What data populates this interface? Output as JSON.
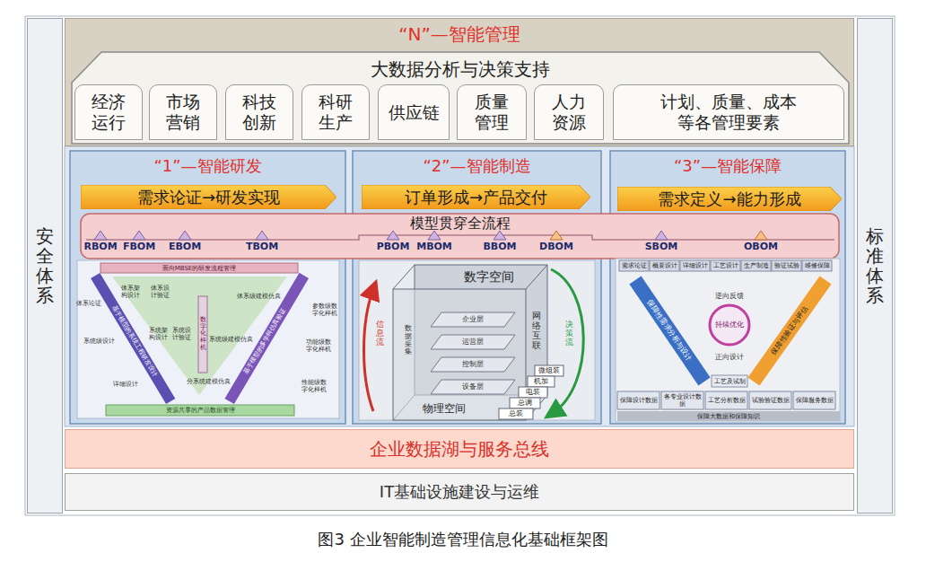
{
  "diagram": {
    "caption": "图3 企业智能制造管理信息化基础框架图",
    "nodes": [
      {
        "text": [
          "安全体系"
        ]
      },
      {
        "text": [
          "“N”—智能管理"
        ]
      },
      {
        "text": [
          "大数据分析与决策支持"
        ],
        "in": 1
      },
      {
        "text": [
          "经济运行"
        ],
        "in": 2
      },
      {
        "text": [
          "市场营销"
        ],
        "in": 2
      },
      {
        "text": [
          "科技创新"
        ],
        "in": 2
      },
      {
        "text": [
          "科研生产"
        ],
        "in": 2
      },
      {
        "text": [
          "供应链"
        ],
        "in": 2
      },
      {
        "text": [
          "质量管理"
        ],
        "in": 2
      },
      {
        "text": [
          "人力资源"
        ],
        "in": 2
      },
      {
        "text": [
          "计划、质量、成本等各管理要素"
        ],
        "in": 2
      },
      {
        "text": [
          "“1”—智能研发"
        ]
      },
      {
        "text": [
          "需求论证→研发实现"
        ],
        "in": 11
      },
      {
        "text": [
          "“2”—智能制造"
        ]
      },
      {
        "text": [
          "订单形成→产品交付"
        ],
        "in": 13
      },
      {
        "text": [
          "“3”—智能保障"
        ]
      },
      {
        "text": [
          "需求定义→能力形成"
        ],
        "in": 15
      },
      {
        "text": [
          "模型贯穿全流程"
        ]
      },
      {
        "text": [
          "企业数据湖与服务总线"
        ]
      },
      {
        "text": [
          "IT基础设施建设与运维"
        ]
      },
      {
        "text": [
          "标准体系"
        ]
      }
    ],
    "labels": [
      "RBOM",
      "FBOM",
      "EBOM",
      "TBOM",
      "PBOM",
      "MBOM",
      "BBOM",
      "DBOM",
      "SBOM",
      "OBOM",
      "面向MBSE的研发流程管理",
      "体系论证",
      "体系架构设计",
      "体系设计验证",
      "体系级建模仿真",
      "参数级数字化样机",
      "系统级设计",
      "系统架构设计",
      "系统设计验证",
      "数字化样机",
      "系统级建模仿真",
      "功能级数字化样机",
      "详细设计",
      "分系统建模仿真",
      "性能级数字化样机",
      "资源共享的产品数据管理",
      "基于模型的系统工程研发设计",
      "基于模型的多学科仿真验证",
      "数字空间",
      "企业层",
      "运营层",
      "控制层",
      "设备层",
      "物理空间",
      "数据采集",
      "网络互联",
      "信息流",
      "决策流",
      "微组装",
      "机加",
      "电装",
      "总调",
      "总装",
      "需求论证",
      "概要设计",
      "详细设计",
      "工艺设计",
      "生产制造",
      "验证试验",
      "维修保障",
      "保障性需求分析与设计",
      "保障性验证与评估",
      "逆向反馈",
      "持续优化",
      "正向设计",
      "工艺及试制",
      "保障设计数据",
      "各专业设计数据",
      "工艺分析数据",
      "试验验证数据",
      "保障服务数据",
      "保障大数据和保障知识"
    ]
  }
}
